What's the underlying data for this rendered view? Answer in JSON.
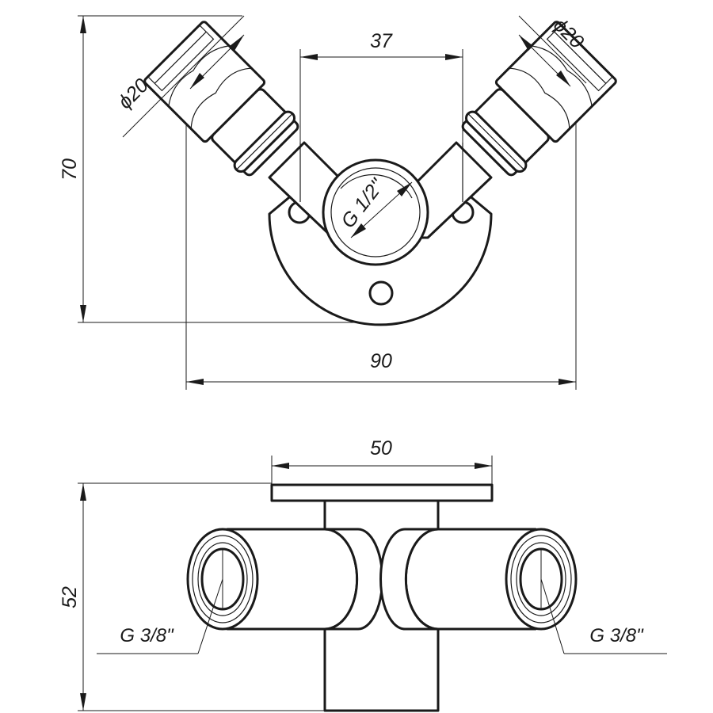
{
  "top_view": {
    "dimensions": {
      "height": "70",
      "width": "90",
      "between_holes": "37",
      "diameter_left": "ϕ20",
      "diameter_right": "ϕ20",
      "thread_center": "G 1/2\""
    }
  },
  "side_view": {
    "dimensions": {
      "height": "52",
      "flange_width": "50",
      "thread_left": "G 3/8\"",
      "thread_right": "G 3/8\""
    }
  }
}
